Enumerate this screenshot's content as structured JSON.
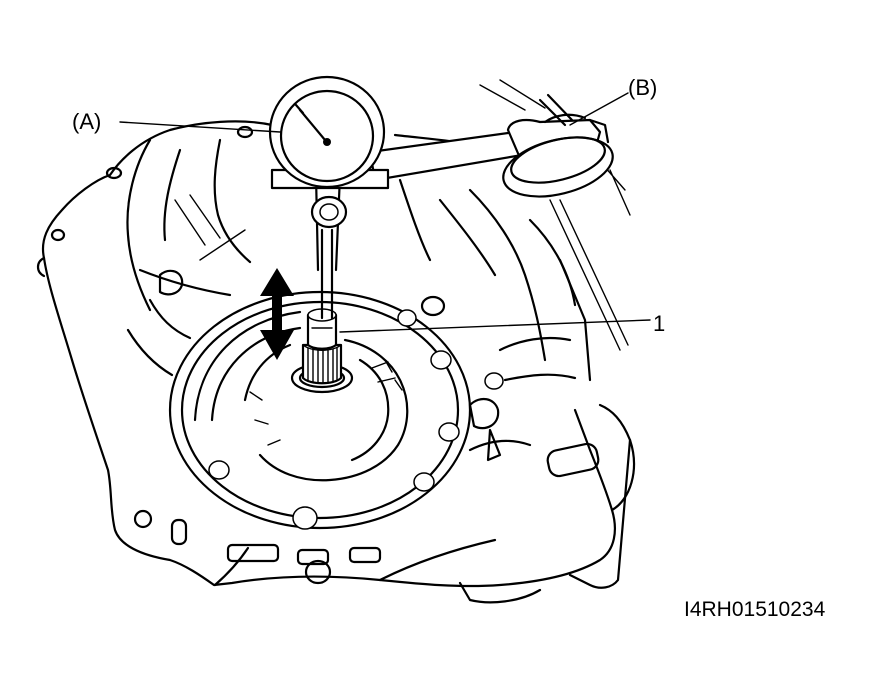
{
  "labels": {
    "dial_gauge": "(A)",
    "magnetic_stand": "(B)",
    "part_1": "1"
  },
  "figure_code": "I4RH01510234",
  "colors": {
    "line": "#000000",
    "background": "#ffffff"
  }
}
